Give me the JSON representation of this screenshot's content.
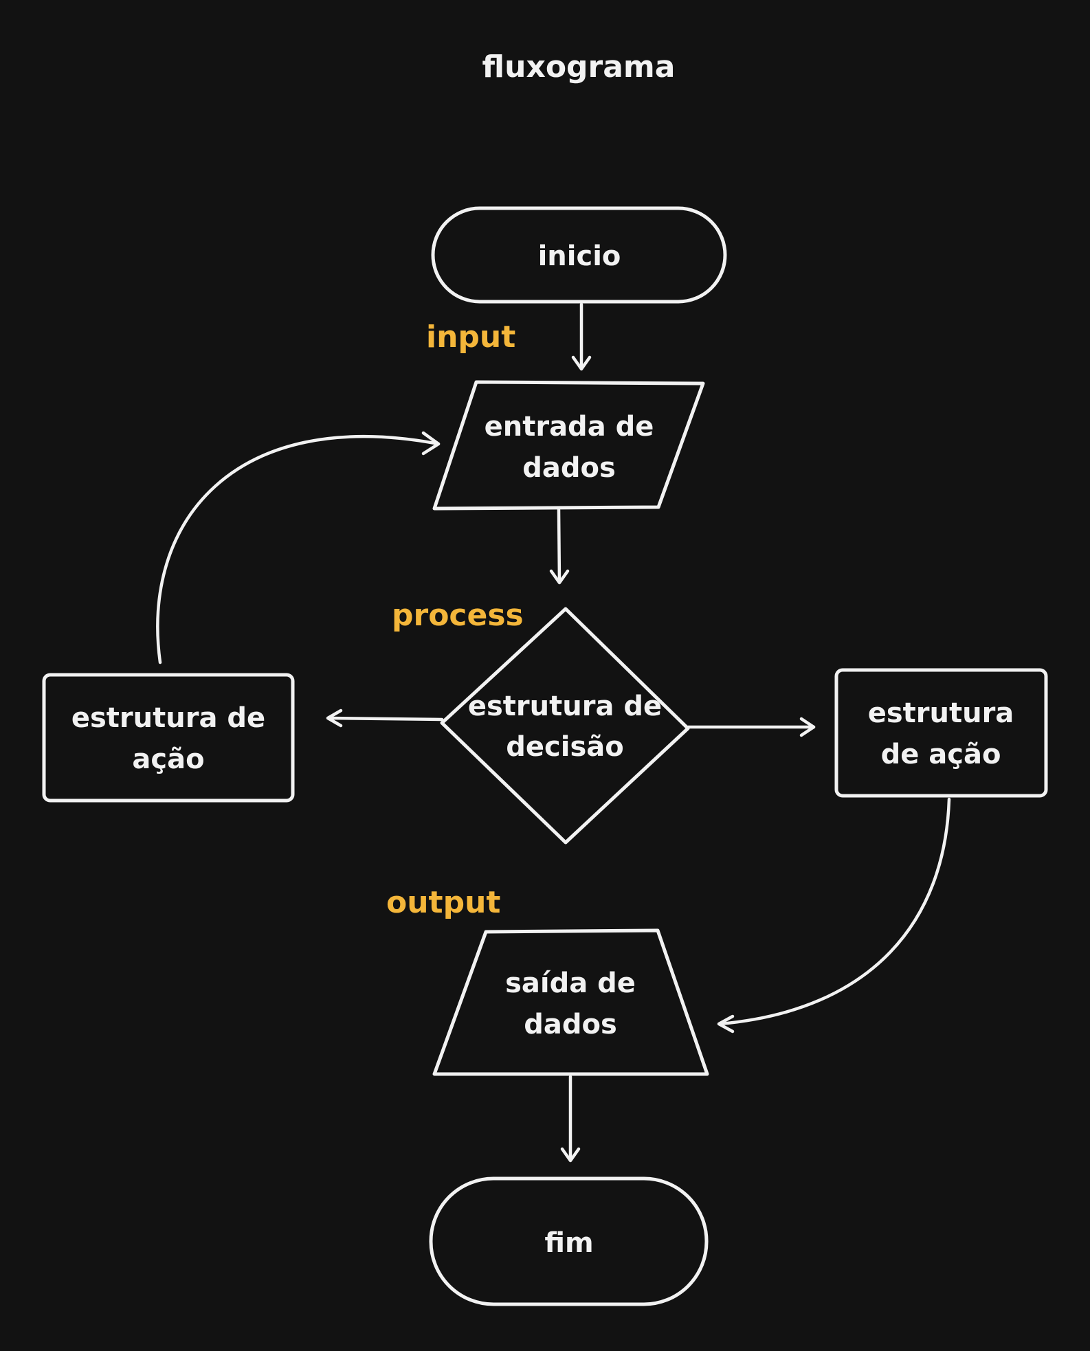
{
  "title": "fluxograma",
  "colors": {
    "background": "#121212",
    "stroke": "#f2f2f2",
    "text": "#f2f2f2",
    "phase_label": "#f4b63a"
  },
  "phases": {
    "input": "input",
    "process": "process",
    "output": "output"
  },
  "nodes": {
    "start": {
      "shape": "terminator",
      "lines": [
        "inicio"
      ]
    },
    "data_input": {
      "shape": "parallelogram",
      "lines": [
        "entrada de",
        "dados"
      ]
    },
    "decision": {
      "shape": "diamond",
      "lines": [
        "estrutura de",
        "decisão"
      ]
    },
    "action_left": {
      "shape": "rectangle",
      "lines": [
        "estrutura de",
        "ação"
      ]
    },
    "action_right": {
      "shape": "rectangle",
      "lines": [
        "estrutura",
        "de ação"
      ]
    },
    "data_output": {
      "shape": "trapezoid",
      "lines": [
        "saída de",
        "dados"
      ]
    },
    "end": {
      "shape": "terminator",
      "lines": [
        "fim"
      ]
    }
  },
  "edges": [
    {
      "from": "start",
      "to": "data_input"
    },
    {
      "from": "data_input",
      "to": "decision"
    },
    {
      "from": "decision",
      "to": "action_left"
    },
    {
      "from": "decision",
      "to": "action_right"
    },
    {
      "from": "action_left",
      "to": "data_input"
    },
    {
      "from": "action_right",
      "to": "data_output"
    },
    {
      "from": "data_output",
      "to": "end"
    }
  ]
}
